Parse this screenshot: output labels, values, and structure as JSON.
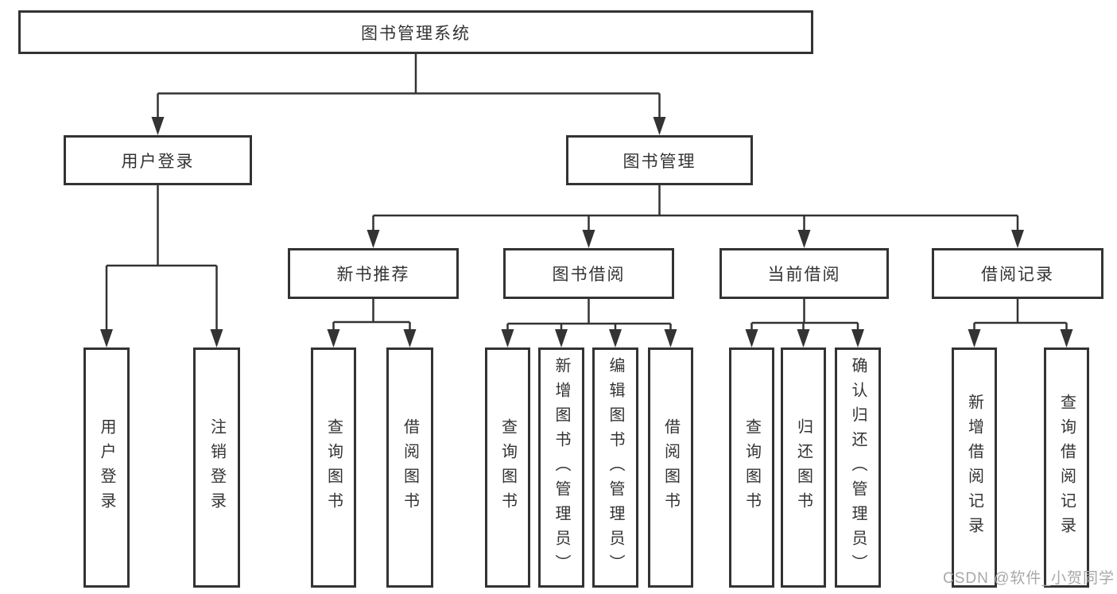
{
  "page": {
    "background": "#ffffff"
  },
  "colors": {
    "line": "#333333",
    "box_border": "#333333",
    "text": "#333333",
    "watermark": "#a8a8a8"
  },
  "tree": {
    "root": "图书管理系统",
    "branches": [
      {
        "label": "用户登录",
        "children": [
          "用户登录",
          "注销登录"
        ]
      },
      {
        "label": "图书管理",
        "sections": [
          {
            "label": "新书推荐",
            "children": [
              "查询图书",
              "借阅图书"
            ]
          },
          {
            "label": "图书借阅",
            "children": [
              "查询图书",
              "新增图书（管理员）",
              "编辑图书（管理员）",
              "借阅图书"
            ]
          },
          {
            "label": "当前借阅",
            "children": [
              "查询图书",
              "归还图书",
              "确认归还（管理员）"
            ]
          },
          {
            "label": "借阅记录",
            "children": [
              "新增借阅记录",
              "查询借阅记录"
            ]
          }
        ]
      }
    ]
  },
  "watermark": {
    "text": "CSDN @软件_小贺同学"
  }
}
